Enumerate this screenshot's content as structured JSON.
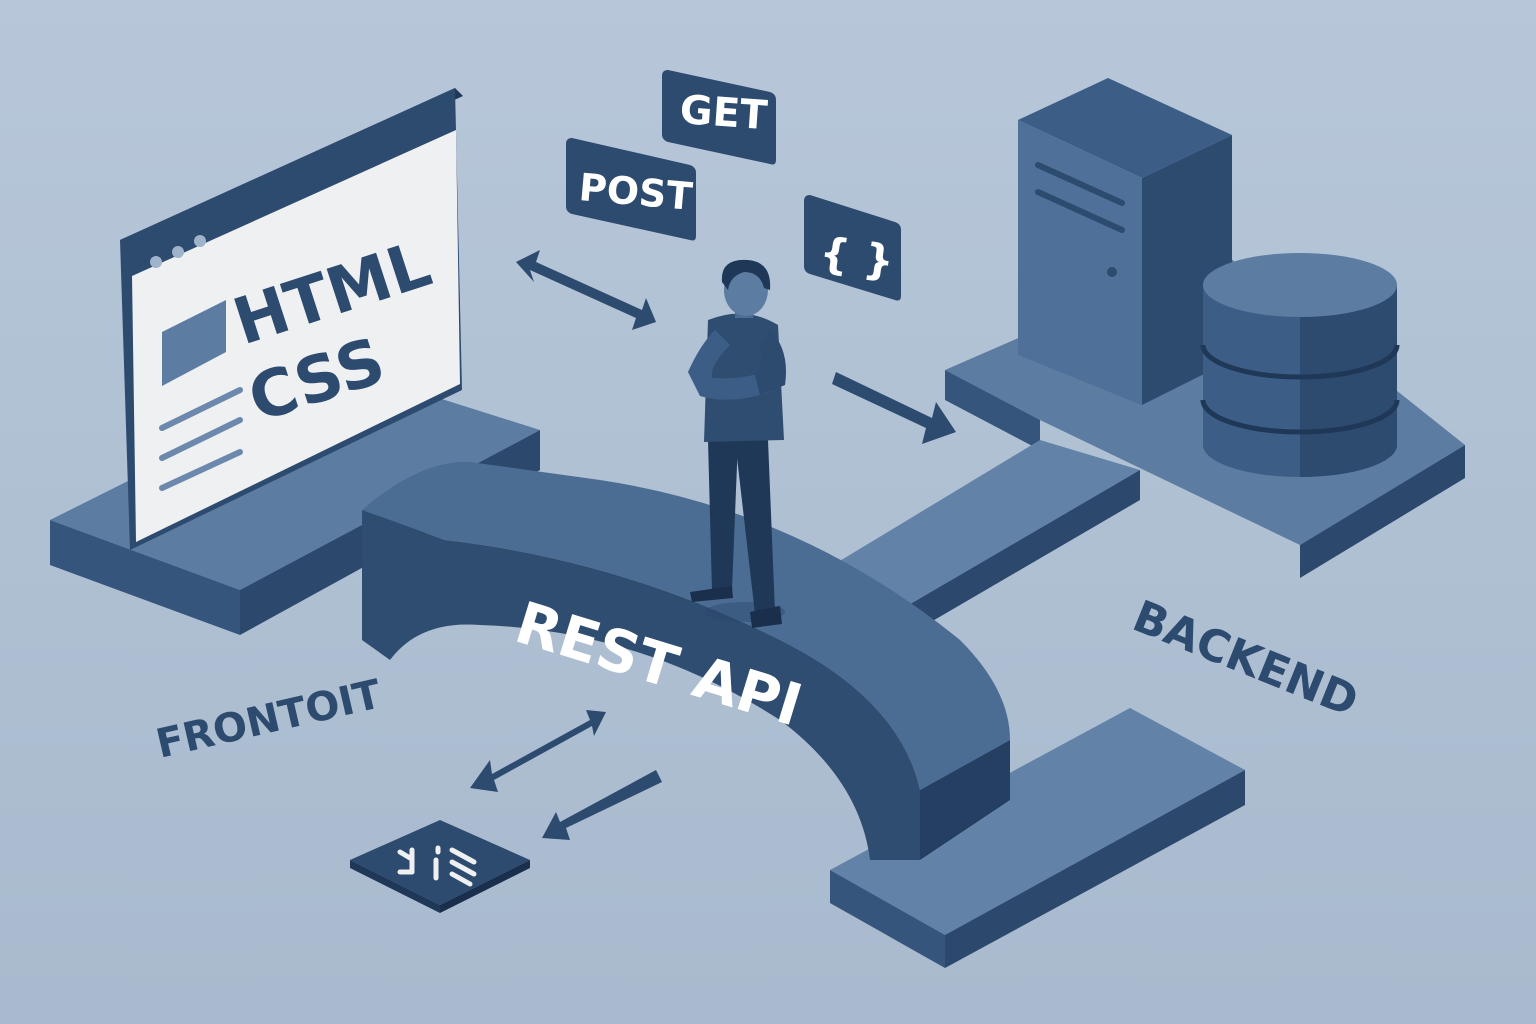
{
  "browser": {
    "line1": "HTML",
    "line2": "CSS"
  },
  "bridge": {
    "label": "REST API"
  },
  "tags": {
    "get": "GET",
    "post": "POST",
    "json": "{ }"
  },
  "labels": {
    "frontend": "FRONTOIT",
    "backend": "BACKEND"
  },
  "colors": {
    "background": "#b1c2d5",
    "dark": "#2f4d70",
    "mid": "#4c6d93",
    "light": "#6f8fb5",
    "screen": "#eef0f2"
  }
}
